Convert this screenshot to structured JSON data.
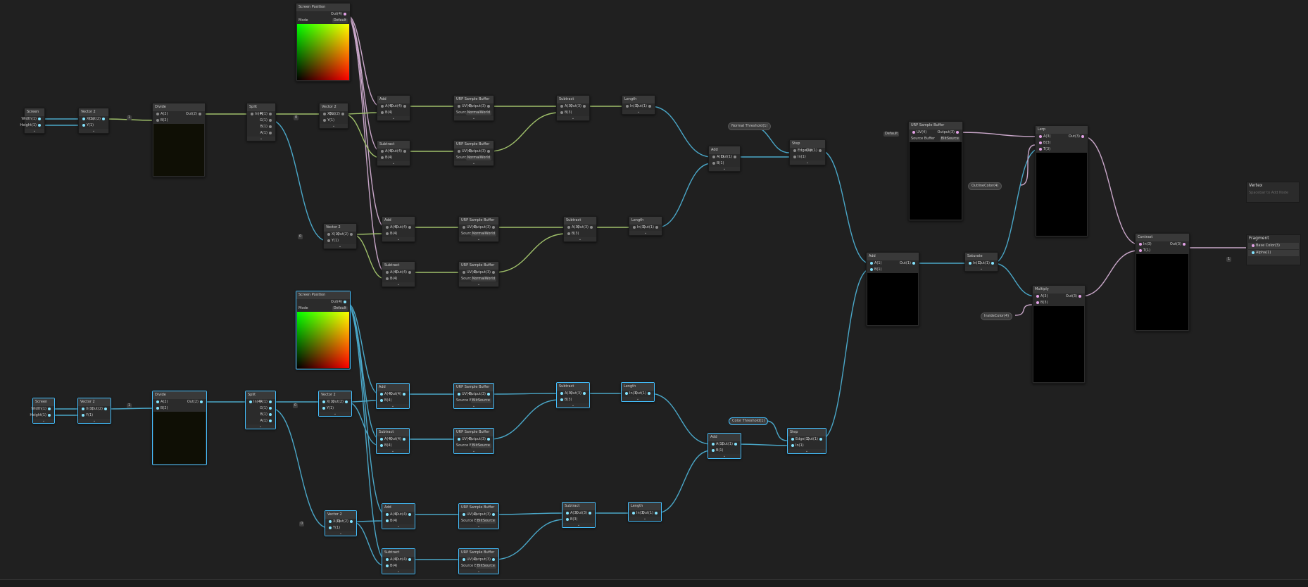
{
  "colors": {
    "background": "#202020",
    "wire_green": "#9fc06a",
    "wire_blue": "#4aa7c8",
    "wire_pink": "#c9a7c9",
    "selection": "#44c0ff"
  },
  "nodes": {
    "screen_top": {
      "title": "Screen",
      "outputs": [
        "Width(1)",
        "Height(1)"
      ]
    },
    "vector2_top": {
      "title": "Vector 2",
      "inputs": [
        "X(1)",
        "Y(1)"
      ],
      "outputs": [
        "Out(2)"
      ]
    },
    "divide_top": {
      "title": "Divide",
      "inputs": [
        "A(2)",
        "B(2)"
      ],
      "outputs": [
        "Out(2)"
      ],
      "field": "1"
    },
    "split_top": {
      "title": "Split",
      "inputs": [
        "In(4)"
      ],
      "outputs": [
        "R(1)",
        "G(1)",
        "B(1)",
        "A(1)"
      ]
    },
    "vector2b_top": {
      "title": "Vector 2",
      "inputs": [
        "X(1)",
        "Y(1)"
      ],
      "outputs": [
        "Out(2)"
      ],
      "field": "0"
    },
    "vector2c_top": {
      "title": "Vector 2",
      "inputs": [
        "X(1)",
        "Y(1)"
      ],
      "outputs": [
        "Out(2)"
      ],
      "field": "0"
    },
    "screenpos_top": {
      "title": "Screen Position",
      "outputs": [
        "Out(4)"
      ],
      "mode_label": "Mode",
      "mode_value": "Default"
    },
    "add1_top": {
      "title": "Add",
      "inputs": [
        "A(4)",
        "B(4)"
      ],
      "outputs": [
        "Out(4)"
      ]
    },
    "sub1_top": {
      "title": "Subtract",
      "inputs": [
        "A(4)",
        "B(4)"
      ],
      "outputs": [
        "Out(4)"
      ]
    },
    "add2_top": {
      "title": "Add",
      "inputs": [
        "A(4)",
        "B(4)"
      ],
      "outputs": [
        "Out(4)"
      ]
    },
    "sub2_top": {
      "title": "Subtract",
      "inputs": [
        "A(4)",
        "B(4)"
      ],
      "outputs": [
        "Out(4)"
      ]
    },
    "urp1_top": {
      "title": "URP Sample Buffer",
      "inputs": [
        "UV(4)"
      ],
      "outputs": [
        "Output(3)"
      ],
      "source_label": "Source Buffer",
      "source_value": "NormalWorld"
    },
    "urp2_top": {
      "title": "URP Sample Buffer",
      "inputs": [
        "UV(4)"
      ],
      "outputs": [
        "Output(3)"
      ],
      "source_label": "Source Buffer",
      "source_value": "NormalWorld"
    },
    "urp3_top": {
      "title": "URP Sample Buffer",
      "inputs": [
        "UV(4)"
      ],
      "outputs": [
        "Output(3)"
      ],
      "source_label": "Source Buffer",
      "source_value": "NormalWorld"
    },
    "urp4_top": {
      "title": "URP Sample Buffer",
      "inputs": [
        "UV(4)"
      ],
      "outputs": [
        "Output(3)"
      ],
      "source_label": "Source Buffer",
      "source_value": "NormalWorld"
    },
    "sub3_top": {
      "title": "Subtract",
      "inputs": [
        "A(3)",
        "B(3)"
      ],
      "outputs": [
        "Out(3)"
      ]
    },
    "sub4_top": {
      "title": "Subtract",
      "inputs": [
        "A(3)",
        "B(3)"
      ],
      "outputs": [
        "Out(3)"
      ]
    },
    "len1_top": {
      "title": "Length",
      "inputs": [
        "In(3)"
      ],
      "outputs": [
        "Out(1)"
      ]
    },
    "len2_top": {
      "title": "Length",
      "inputs": [
        "In(3)"
      ],
      "outputs": [
        "Out(1)"
      ]
    },
    "add3_top": {
      "title": "Add",
      "inputs": [
        "A(1)",
        "B(1)"
      ],
      "outputs": [
        "Out(1)"
      ]
    },
    "step_top": {
      "title": "Step",
      "inputs": [
        "Edge(1)",
        "In(1)"
      ],
      "outputs": [
        "Out(1)"
      ]
    },
    "screen_bot": {
      "title": "Screen",
      "outputs": [
        "Width(1)",
        "Height(1)"
      ]
    },
    "vector2_bot": {
      "title": "Vector 2",
      "inputs": [
        "X(1)",
        "Y(1)"
      ],
      "outputs": [
        "Out(2)"
      ]
    },
    "divide_bot": {
      "title": "Divide",
      "inputs": [
        "A(2)",
        "B(2)"
      ],
      "outputs": [
        "Out(2)"
      ],
      "field": "1"
    },
    "split_bot": {
      "title": "Split",
      "inputs": [
        "In(4)"
      ],
      "outputs": [
        "R(1)",
        "G(1)",
        "B(1)",
        "A(1)"
      ]
    },
    "vector2b_bot": {
      "title": "Vector 2",
      "inputs": [
        "X(1)",
        "Y(1)"
      ],
      "outputs": [
        "Out(2)"
      ],
      "field": "0"
    },
    "vector2c_bot": {
      "title": "Vector 2",
      "inputs": [
        "X(1)",
        "Y(1)"
      ],
      "outputs": [
        "Out(2)"
      ],
      "field": "0"
    },
    "screenpos_bot": {
      "title": "Screen Position",
      "outputs": [
        "Out(4)"
      ],
      "mode_label": "Mode",
      "mode_value": "Default"
    },
    "add1_bot": {
      "title": "Add",
      "inputs": [
        "A(4)",
        "B(4)"
      ],
      "outputs": [
        "Out(4)"
      ]
    },
    "sub1_bot": {
      "title": "Subtract",
      "inputs": [
        "A(4)",
        "B(4)"
      ],
      "outputs": [
        "Out(4)"
      ]
    },
    "add2_bot": {
      "title": "Add",
      "inputs": [
        "A(4)",
        "B(4)"
      ],
      "outputs": [
        "Out(4)"
      ]
    },
    "sub2_bot": {
      "title": "Subtract",
      "inputs": [
        "A(4)",
        "B(4)"
      ],
      "outputs": [
        "Out(4)"
      ]
    },
    "urp1_bot": {
      "title": "URP Sample Buffer",
      "inputs": [
        "UV(4)"
      ],
      "outputs": [
        "Output(3)"
      ],
      "source_label": "Source Buffer",
      "source_value": "BlitSource"
    },
    "urp2_bot": {
      "title": "URP Sample Buffer",
      "inputs": [
        "UV(4)"
      ],
      "outputs": [
        "Output(3)"
      ],
      "source_label": "Source Buffer",
      "source_value": "BlitSource"
    },
    "urp3_bot": {
      "title": "URP Sample Buffer",
      "inputs": [
        "UV(4)"
      ],
      "outputs": [
        "Output(3)"
      ],
      "source_label": "Source Buffer",
      "source_value": "BlitSource"
    },
    "urp4_bot": {
      "title": "URP Sample Buffer",
      "inputs": [
        "UV(4)"
      ],
      "outputs": [
        "Output(3)"
      ],
      "source_label": "Source Buffer",
      "source_value": "BlitSource"
    },
    "sub3_bot": {
      "title": "Subtract",
      "inputs": [
        "A(3)",
        "B(3)"
      ],
      "outputs": [
        "Out(3)"
      ]
    },
    "sub4_bot": {
      "title": "Subtract",
      "inputs": [
        "A(3)",
        "B(3)"
      ],
      "outputs": [
        "Out(3)"
      ]
    },
    "len1_bot": {
      "title": "Length",
      "inputs": [
        "In(3)"
      ],
      "outputs": [
        "Out(1)"
      ]
    },
    "len2_bot": {
      "title": "Length",
      "inputs": [
        "In(3)"
      ],
      "outputs": [
        "Out(1)"
      ]
    },
    "add3_bot": {
      "title": "Add",
      "inputs": [
        "A(1)",
        "B(1)"
      ],
      "outputs": [
        "Out(1)"
      ]
    },
    "step_bot": {
      "title": "Step",
      "inputs": [
        "Edge(1)",
        "In(1)"
      ],
      "outputs": [
        "Out(1)"
      ]
    },
    "add_final": {
      "title": "Add",
      "inputs": [
        "A(1)",
        "B(1)"
      ],
      "outputs": [
        "Out(1)"
      ]
    },
    "saturate": {
      "title": "Saturate",
      "inputs": [
        "In(1)"
      ],
      "outputs": [
        "Out(1)"
      ]
    },
    "urp_blit": {
      "title": "URP Sample Buffer",
      "inputs": [
        "UV(4)"
      ],
      "outputs": [
        "Output(3)"
      ],
      "uv_field": "Default",
      "source_label": "Source Buffer",
      "source_value": "BlitSource"
    },
    "lerp": {
      "title": "Lerp",
      "inputs": [
        "A(3)",
        "B(3)",
        "T(3)"
      ],
      "outputs": [
        "Out(3)"
      ]
    },
    "multiply": {
      "title": "Multiply",
      "inputs": [
        "A(3)",
        "B(3)"
      ],
      "outputs": [
        "Out(3)"
      ]
    },
    "contrast": {
      "title": "Contrast",
      "inputs": [
        "In(3)",
        "T(1)"
      ],
      "outputs": [
        "Out(3)"
      ]
    }
  },
  "properties": {
    "normal_threshold": "Normal Threshold(1)",
    "color_threshold": "Color Threshold(1)",
    "outline_color": "OutlineColor(4)",
    "inside_color": "InsideColor(4)"
  },
  "master_stack": {
    "vertex": {
      "title": "Vertex",
      "hint": "Spacebar to Add Node"
    },
    "fragment": {
      "title": "Fragment",
      "items": [
        "Base Color(3)",
        "Alpha(1)"
      ],
      "alpha_field": "1"
    }
  }
}
